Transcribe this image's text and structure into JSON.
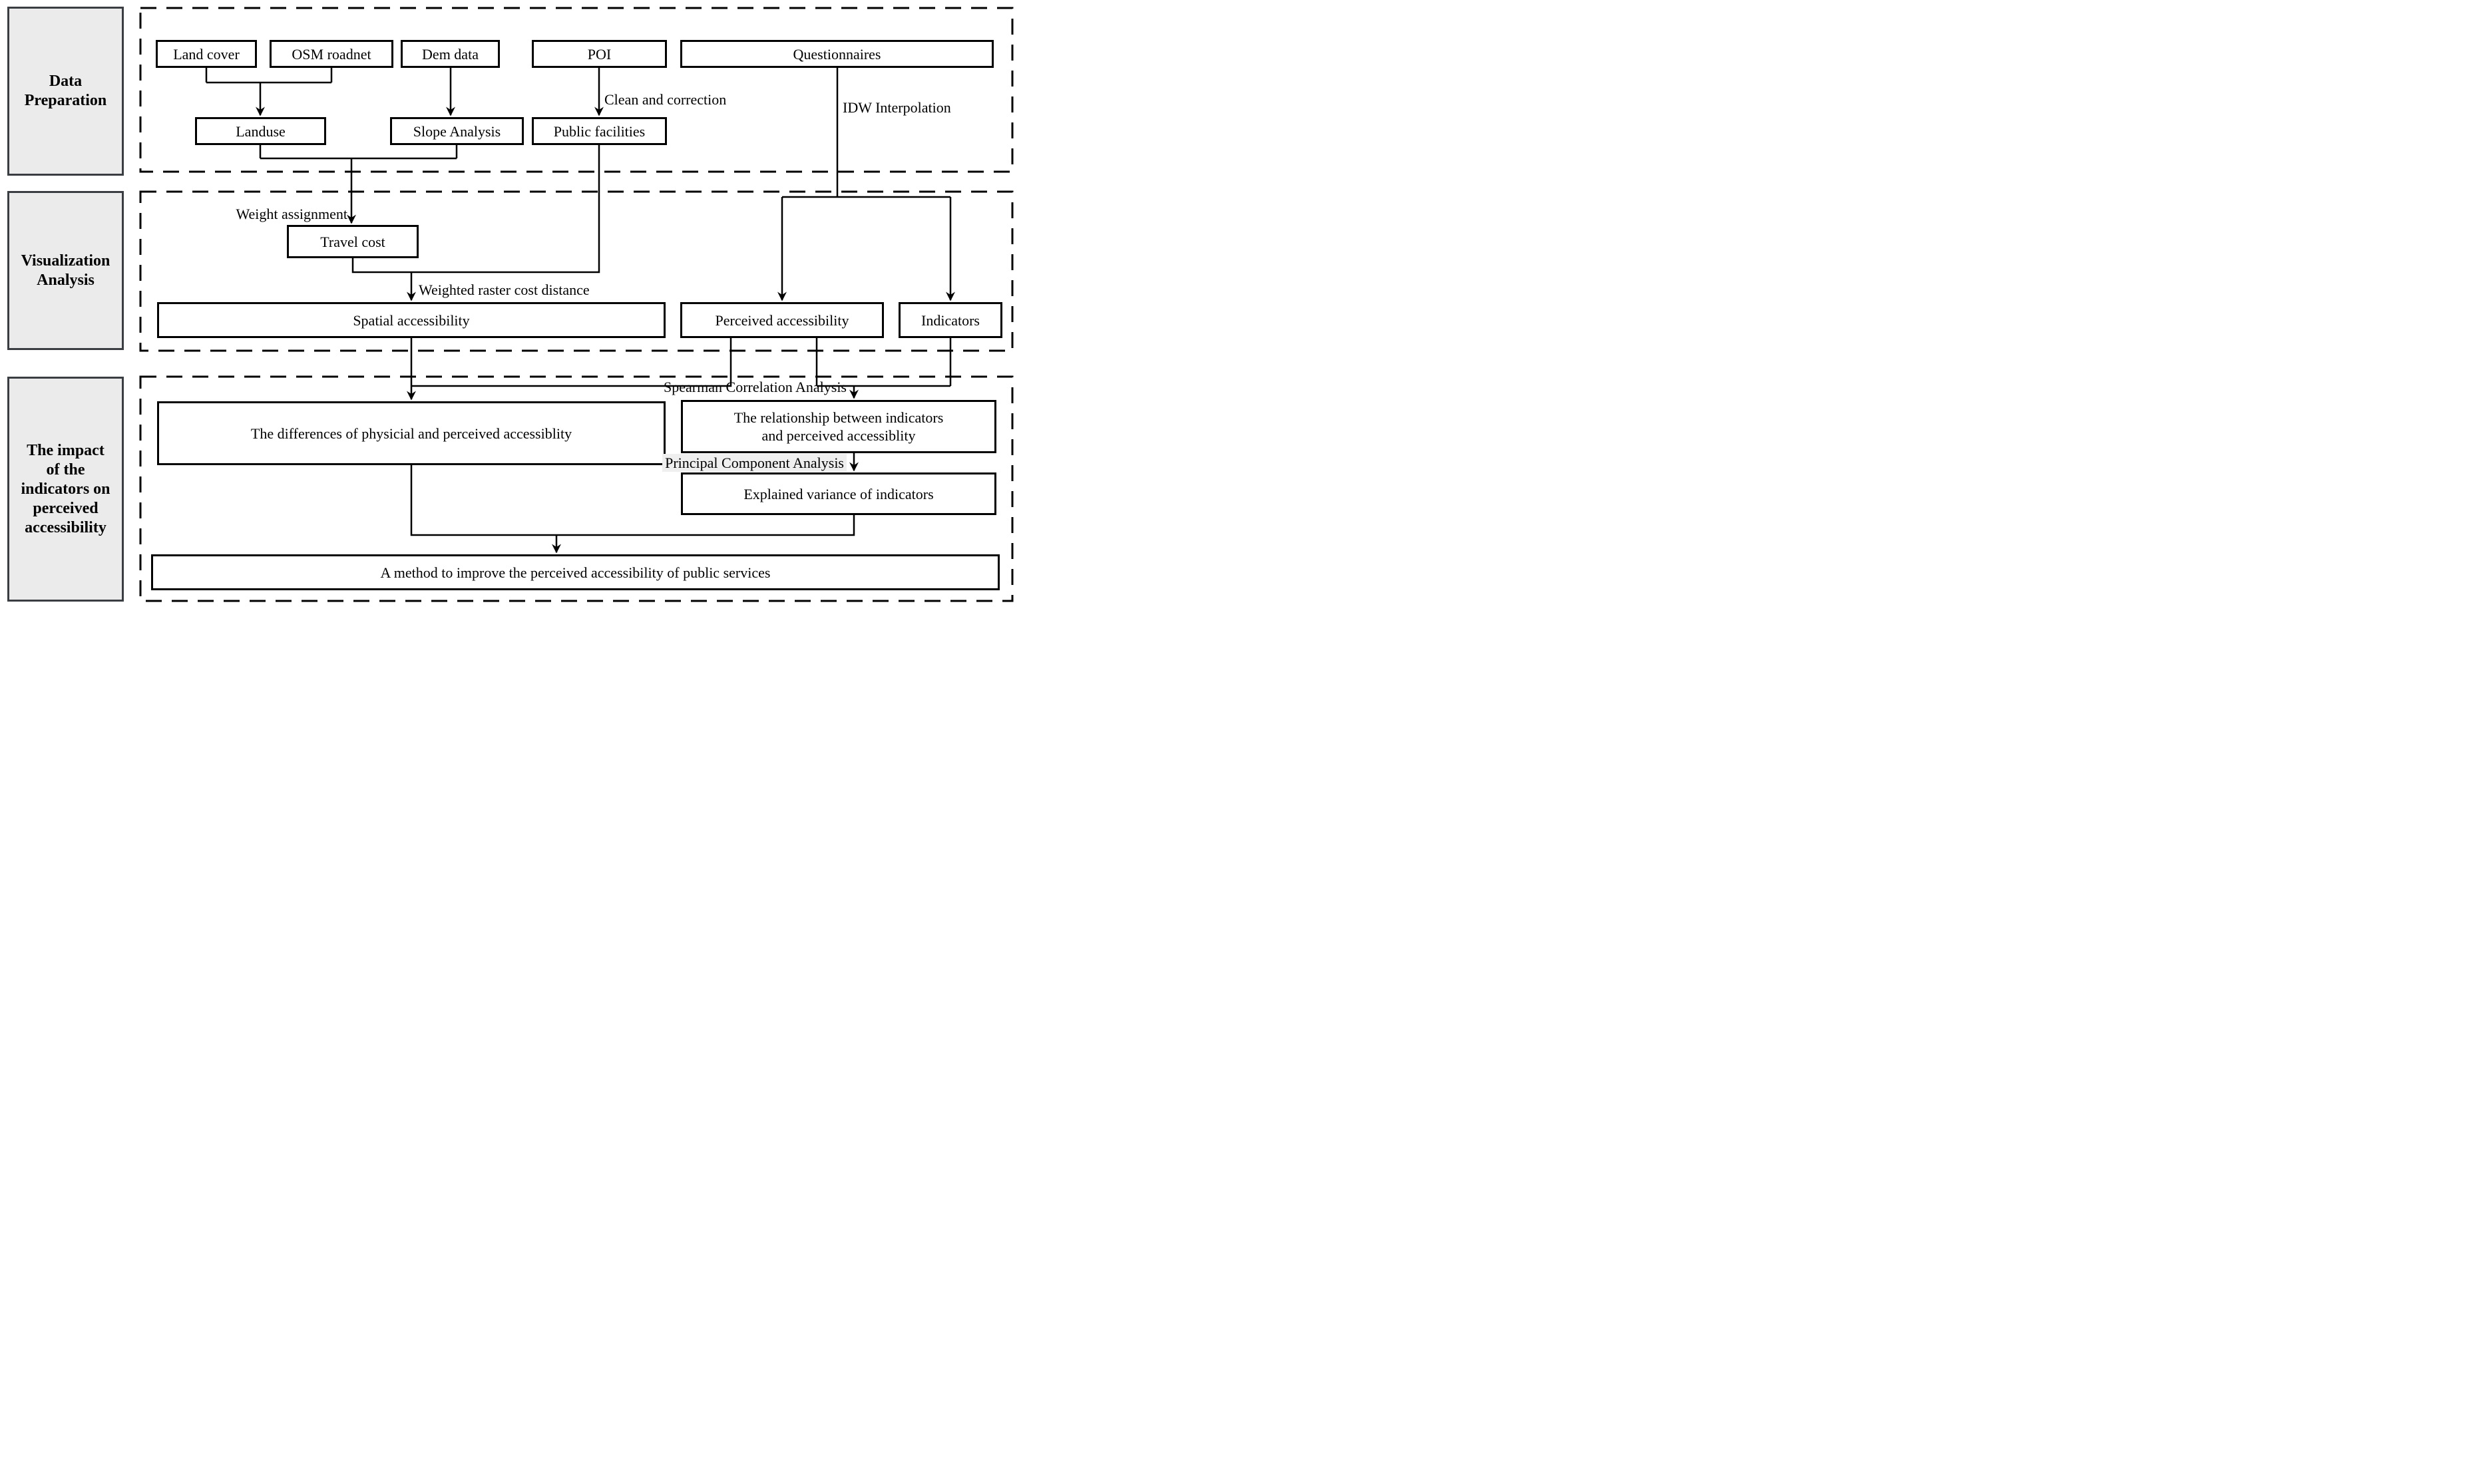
{
  "figure": {
    "type": "methodology-flowchart",
    "background": "#ffffff"
  },
  "colors": {
    "line": "#000000",
    "node_border": "#000000",
    "phase_fill": "#ebebeb",
    "phase_border": "#3a3e42",
    "pca_label_highlight": "#efefef"
  },
  "phases": [
    {
      "name": "data-preparation",
      "lines": [
        "Data",
        "Preparation"
      ]
    },
    {
      "name": "visualization-analysis",
      "lines": [
        "Visualization",
        "Analysis"
      ]
    },
    {
      "name": "impact-of-indicators",
      "lines": [
        "The impact",
        "of the",
        "indicators on",
        "perceived",
        "accessibility"
      ]
    }
  ],
  "nodes": {
    "land_cover": "Land cover",
    "osm_roadnet": "OSM roadnet",
    "dem_data": "Dem data",
    "poi": "POI",
    "questionnaires": "Questionnaires",
    "landuse": "Landuse",
    "slope_analysis": "Slope Analysis",
    "public_facilities": "Public facilities",
    "travel_cost": "Travel cost",
    "spatial_accessibility": "Spatial accessibility",
    "perceived_accessibility": "Perceived accessibility",
    "indicators": "Indicators",
    "differences": "The differences of physicial and perceived accessiblity",
    "relationship": {
      "line1": "The relationship between indicators",
      "line2": "and perceived accessiblity"
    },
    "explained_variance": "Explained variance of indicators",
    "method": "A method to improve the perceived accessibility of public services"
  },
  "edge_labels": {
    "clean_correction": "Clean and correction",
    "idw_interpolation": "IDW Interpolation",
    "weight_assignment": "Weight assignment",
    "weighted_raster": "Weighted raster cost distance",
    "spearman": "Spearman Correlation Analysis",
    "pca": "Principal Component Analysis"
  }
}
